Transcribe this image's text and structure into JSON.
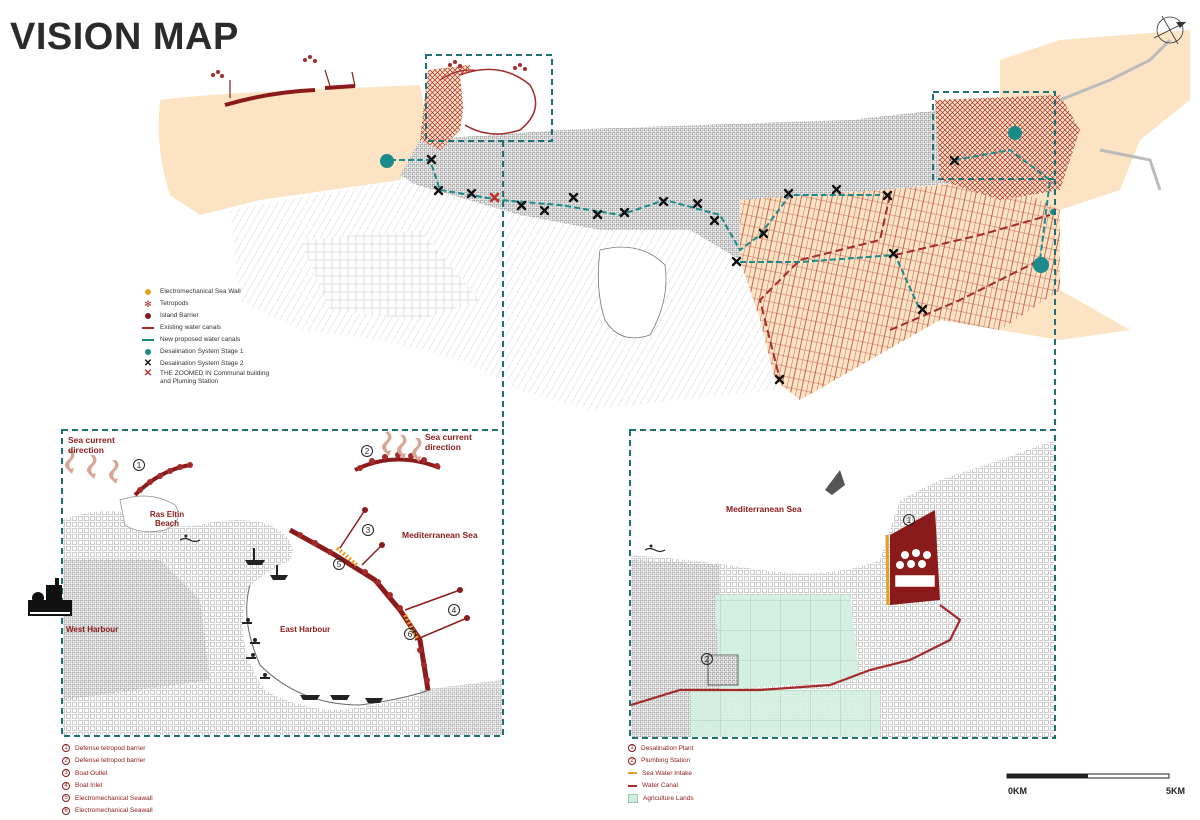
{
  "title": "VISION MAP",
  "colors": {
    "land_beige": "#fbe3c4",
    "urban_red": "#a52a2a",
    "teal": "#1a8a8a",
    "dark_red": "#8b1a1a",
    "orange": "#e8a020",
    "agri_green": "#cfeee0",
    "frame_teal": "#1f6f73"
  },
  "icons": [
    "compass-icon",
    "industrial-building-icon",
    "swimmer-icon",
    "boat-icon",
    "diver-icon",
    "fisherman-icon",
    "wave-arrow-icon"
  ],
  "main_legend": [
    {
      "label": "Electromechanical Sea Wall",
      "symbol": "orange-dot"
    },
    {
      "label": "Tetropods",
      "symbol": "tetropod-icon"
    },
    {
      "label": "Island Barrier",
      "symbol": "red-dot"
    },
    {
      "label": "Existing water canals",
      "symbol": "red-dash"
    },
    {
      "label": "New proposed water canals",
      "symbol": "teal-dash"
    },
    {
      "label": "Desalination System Stage 1",
      "symbol": "teal-dot"
    },
    {
      "label": "Desalination System Stage 2",
      "symbol": "black-x"
    },
    {
      "label": "THE ZOOMED IN Communal building and Pluming Station",
      "symbol": "red-x"
    }
  ],
  "left_inset": {
    "sea_current_left": "Sea current direction",
    "sea_current_right": "Sea current direction",
    "ras_eltin": "Ras Eltin Beach",
    "mediterranean": "Mediterranean Sea",
    "west_harbour": "West Harbour",
    "east_harbour": "East Harbour",
    "markers": [
      "1",
      "2",
      "3",
      "4",
      "5",
      "6"
    ]
  },
  "left_legend": [
    {
      "num": "1",
      "label": "Defense tetropod barrier"
    },
    {
      "num": "2",
      "label": "Defense tetropod barrier"
    },
    {
      "num": "3",
      "label": "Boat Outlet"
    },
    {
      "num": "4",
      "label": "Boat Inlet"
    },
    {
      "num": "5",
      "label": "Electromechanical Seawall"
    },
    {
      "num": "6",
      "label": "Electromechanical Seawall"
    }
  ],
  "right_inset": {
    "mediterranean": "Mediterranean Sea",
    "markers": [
      "1",
      "2"
    ]
  },
  "right_legend": [
    {
      "num": "1",
      "label": "Desalination Plant"
    },
    {
      "num": "2",
      "label": "Plumbing Station"
    },
    {
      "symbol": "orange-line",
      "label": "Sea Water Intake"
    },
    {
      "symbol": "red-line",
      "label": "Water Canal"
    },
    {
      "symbol": "green-box",
      "label": "Agriculture Lands"
    }
  ],
  "scale": {
    "start": "0KM",
    "end": "5KM"
  }
}
